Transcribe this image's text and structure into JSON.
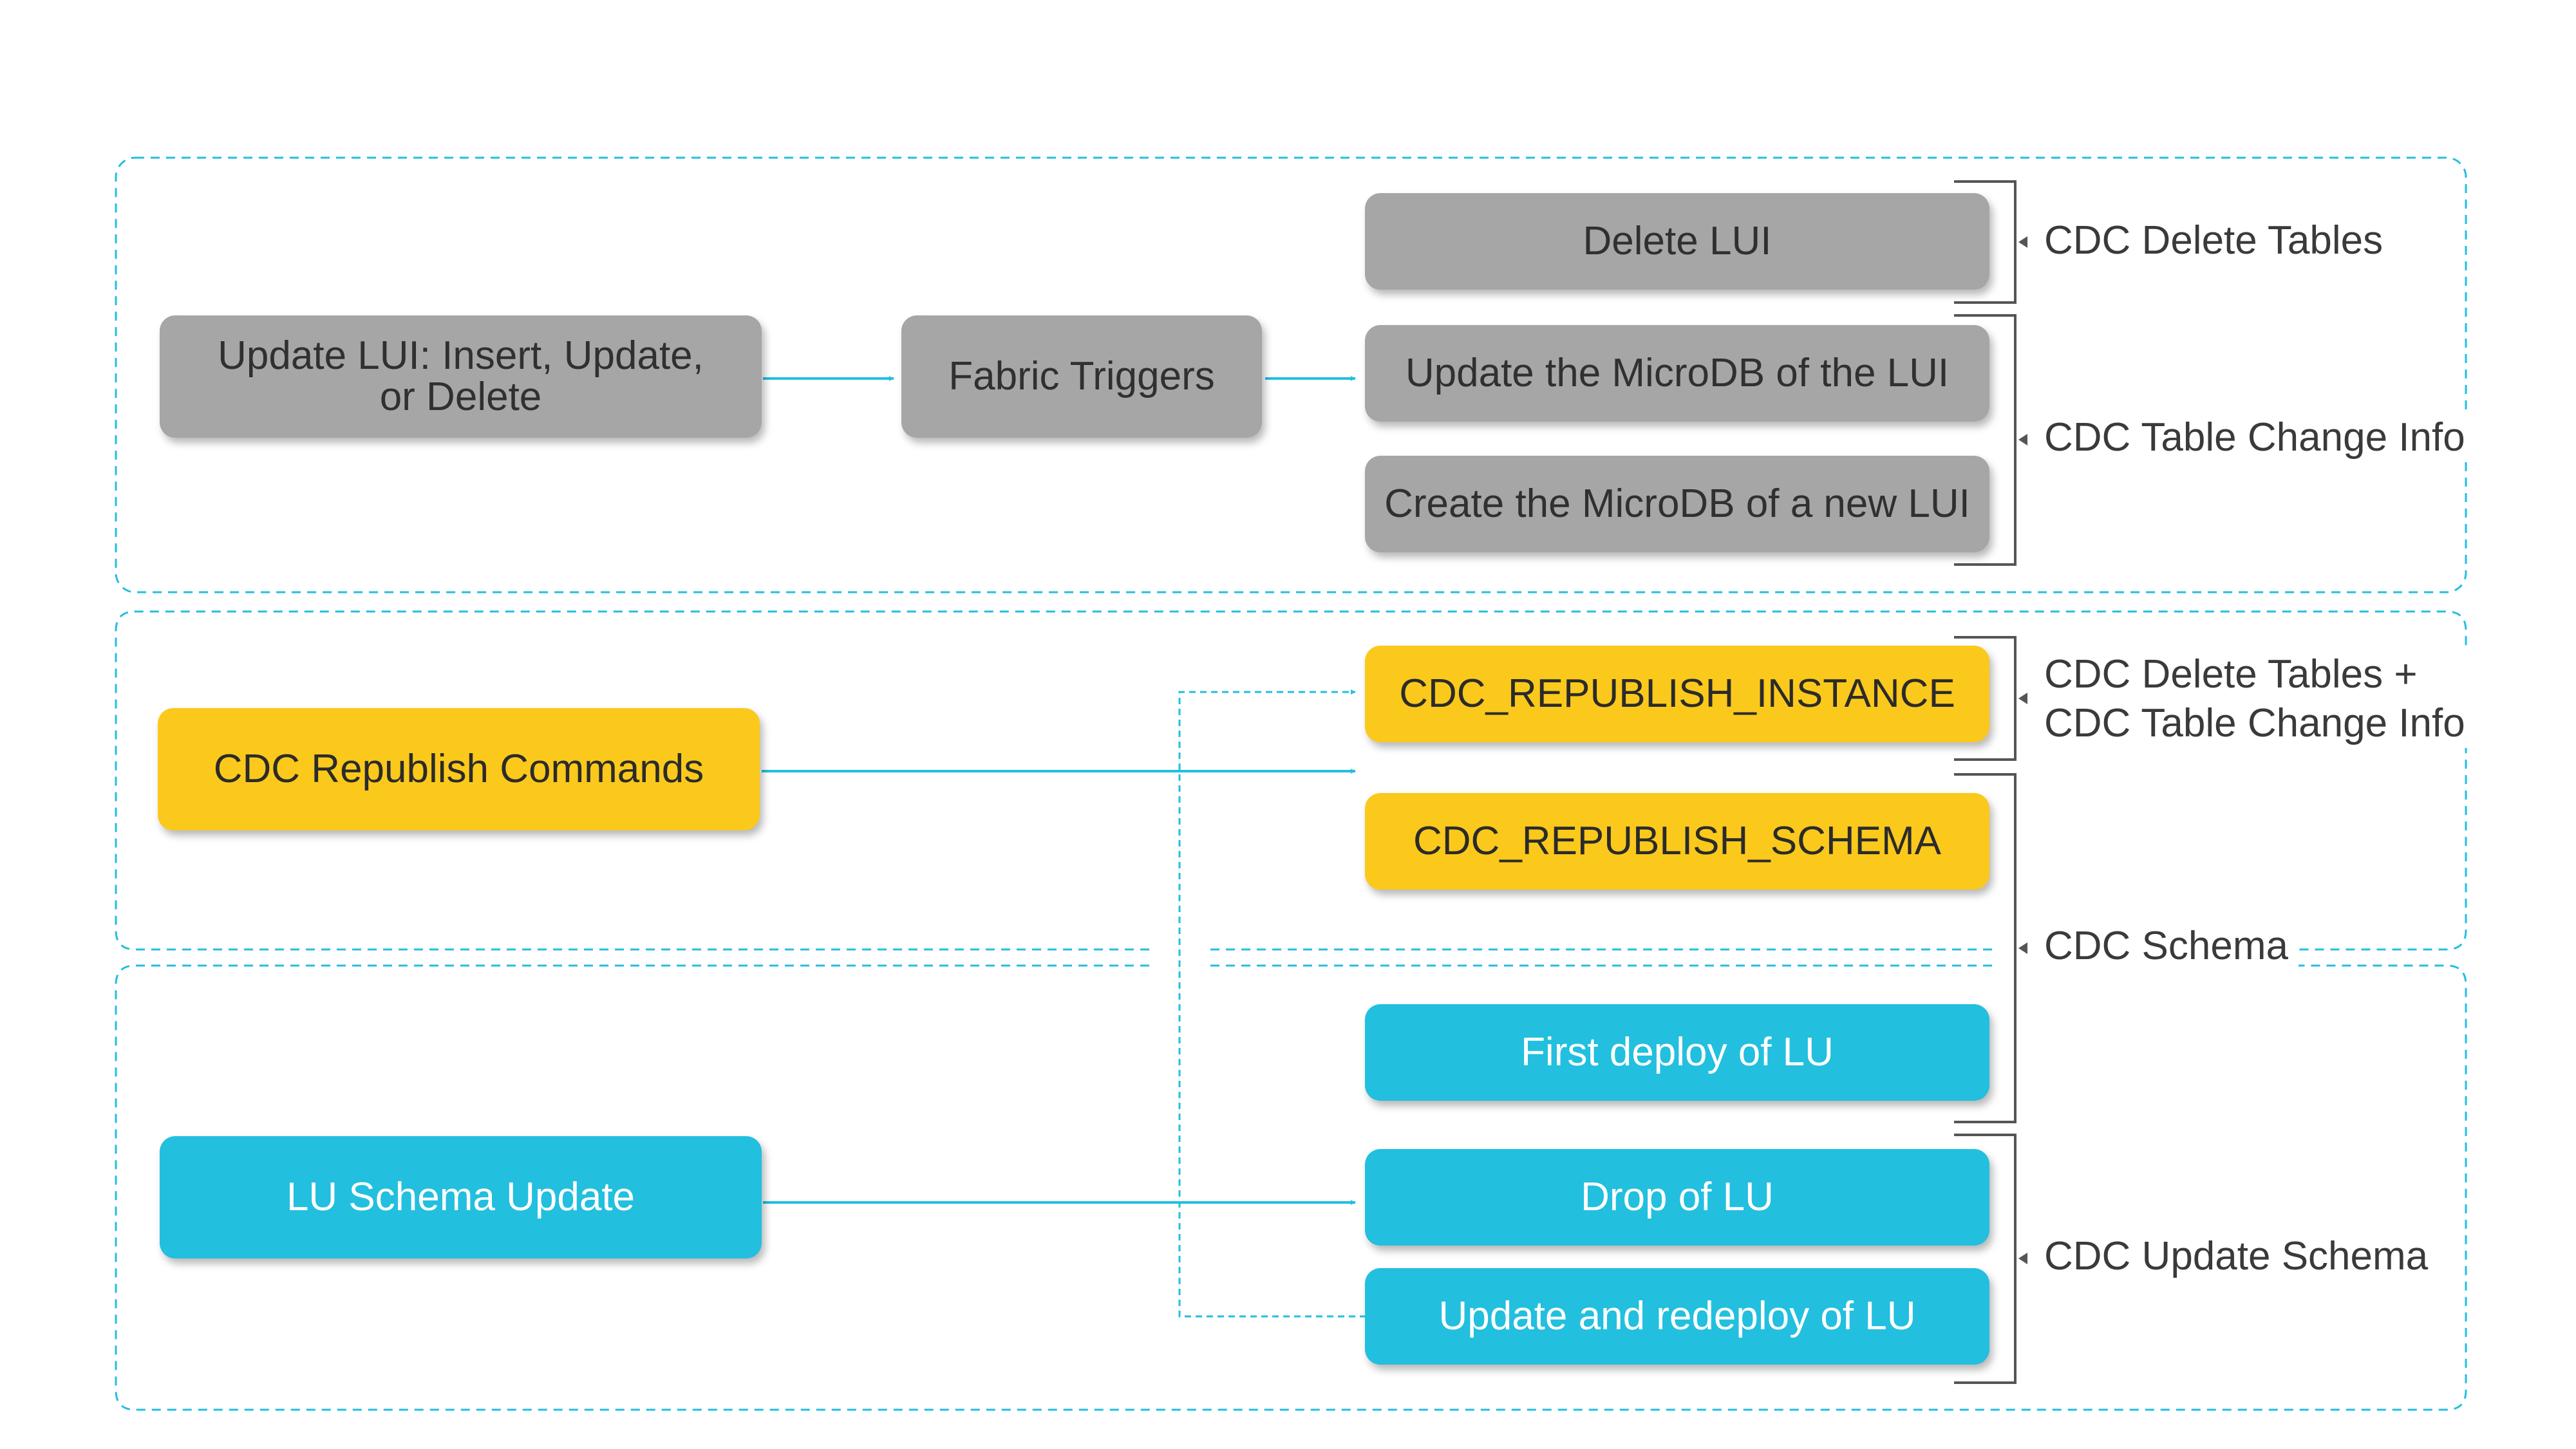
{
  "source_boxes": {
    "update_lui": "Update LUI: Insert, Update,\nor Delete",
    "fabric_triggers": "Fabric Triggers",
    "cdc_republish_commands": "CDC Republish Commands",
    "lu_schema_update": "LU Schema Update"
  },
  "target_boxes": {
    "delete_lui": "Delete LUI",
    "update_microdb": "Update the MicroDB of the LUI",
    "create_microdb": "Create the MicroDB of a new LUI",
    "republish_instance": "CDC_REPUBLISH_INSTANCE",
    "republish_schema": "CDC_REPUBLISH_SCHEMA",
    "first_deploy": "First deploy of LU",
    "drop_lu": "Drop of LU",
    "update_redeploy": "Update and redeploy of LU"
  },
  "outputs": {
    "cdc_delete_tables": "CDC Delete Tables",
    "cdc_table_change_info": "CDC Table Change Info",
    "cdc_delete_plus_change": "CDC Delete Tables +\nCDC Table Change Info",
    "cdc_schema": "CDC Schema",
    "cdc_update_schema": "CDC Update Schema"
  },
  "colors": {
    "gray_box": "#a6a6a6",
    "yellow_box": "#fbc91c",
    "cyan_box": "#22bfdf",
    "arrow": "#22bfdf",
    "group_border": "#22bfdf",
    "bracket": "#555555"
  }
}
